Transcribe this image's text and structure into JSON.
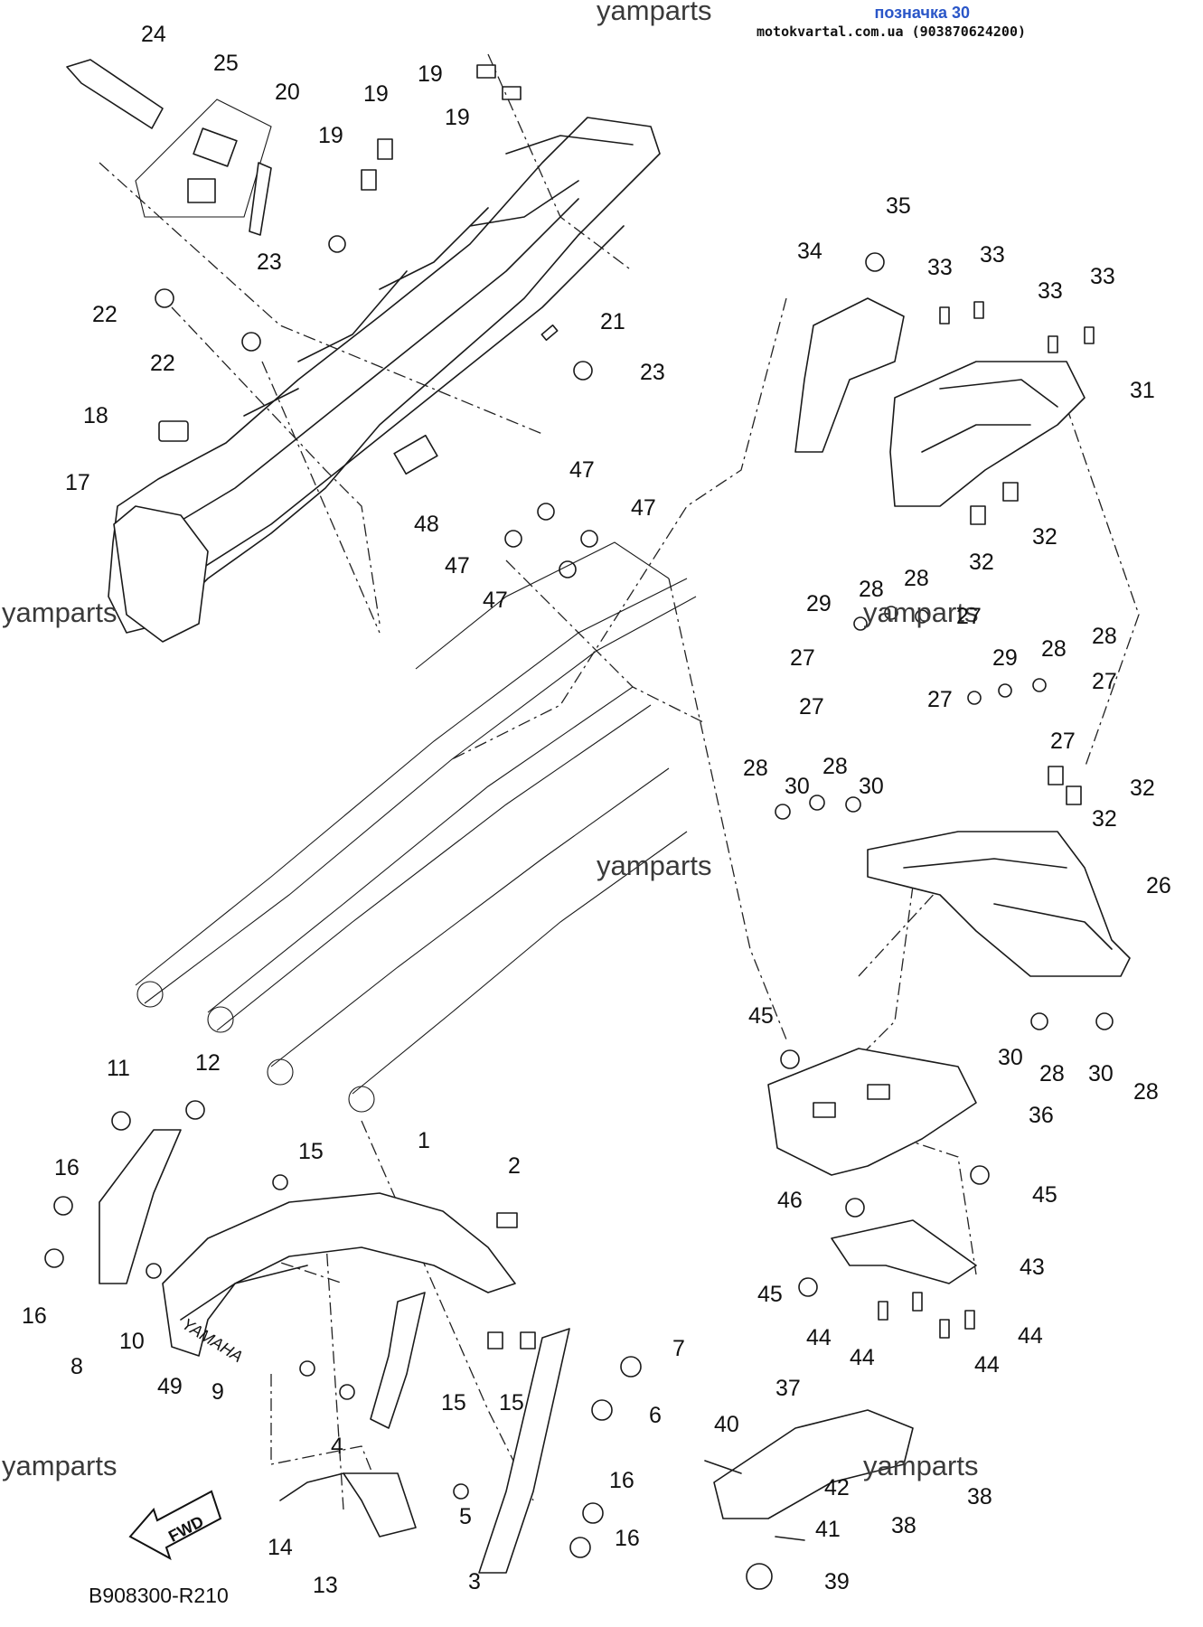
{
  "header": {
    "title": "позначка 30",
    "site": "motokvartal.com.ua (903870624200)"
  },
  "watermarks": [
    "yamparts",
    "yamparts",
    "yamparts",
    "yamparts",
    "yamparts",
    "yamparts"
  ],
  "fwd_label": "FWD",
  "brand_label": "YAMAHA",
  "diagram_code": "B908300-R210",
  "callouts": [
    "1",
    "2",
    "3",
    "4",
    "5",
    "6",
    "7",
    "8",
    "9",
    "10",
    "11",
    "12",
    "13",
    "14",
    "15",
    "15",
    "15",
    "16",
    "16",
    "16",
    "16",
    "17",
    "18",
    "19",
    "19",
    "19",
    "19",
    "20",
    "21",
    "22",
    "22",
    "23",
    "23",
    "24",
    "25",
    "26",
    "27",
    "27",
    "27",
    "27",
    "27",
    "27",
    "28",
    "28",
    "28",
    "28",
    "28",
    "28",
    "28",
    "28",
    "29",
    "29",
    "30",
    "30",
    "30",
    "30",
    "31",
    "32",
    "32",
    "32",
    "32",
    "33",
    "33",
    "33",
    "33",
    "34",
    "35",
    "36",
    "37",
    "38",
    "38",
    "39",
    "40",
    "41",
    "42",
    "43",
    "44",
    "44",
    "44",
    "44",
    "45",
    "45",
    "45",
    "46",
    "47",
    "47",
    "47",
    "47",
    "48",
    "49"
  ]
}
